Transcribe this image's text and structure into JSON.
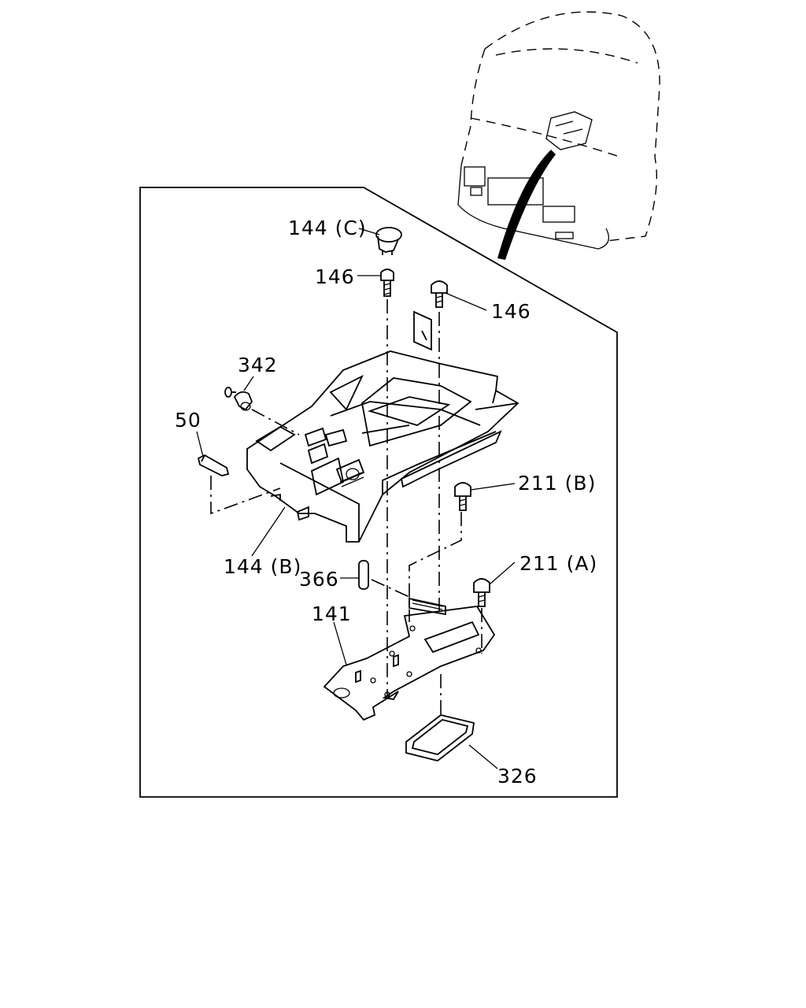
{
  "labels": {
    "cap_144c": "144 (C)",
    "bolt_146_left": "146",
    "bolt_146_right": "146",
    "clip_342": "342",
    "cover_50": "50",
    "bolt_211b": "211 (B)",
    "bolt_211a": "211 (A)",
    "console_144b": "144 (B)",
    "spacer_366": "366",
    "bracket_141": "141",
    "seal_326": "326"
  }
}
